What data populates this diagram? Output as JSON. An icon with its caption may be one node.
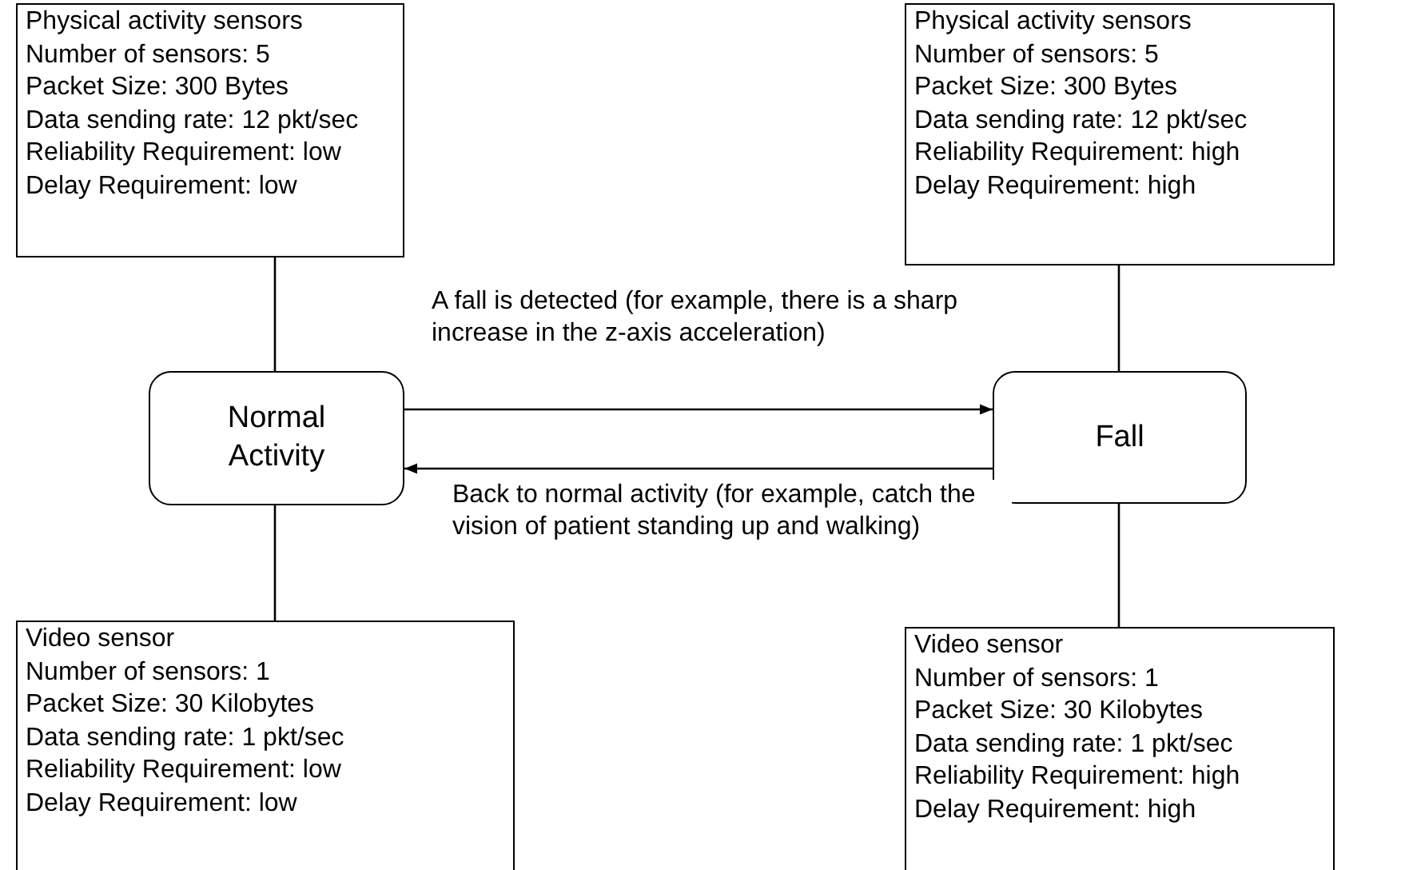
{
  "diagram": {
    "nodes": [
      {
        "text": [
          "Physical activity sensors",
          "Number of sensors: 5",
          "Packet Size: 300 Bytes",
          "Data sending rate: 12 pkt/sec",
          "Reliability Requirement: low",
          "Delay Requirement: low"
        ]
      },
      {
        "text": [
          "Physical activity sensors",
          "Number of sensors: 5",
          "Packet Size: 300 Bytes",
          "Data sending rate: 12 pkt/sec",
          "Reliability Requirement: high",
          "Delay Requirement: high"
        ]
      },
      {
        "text": [
          "Normal Activity"
        ]
      },
      {
        "text": [
          "Fall"
        ]
      },
      {
        "text": [
          "Video sensor",
          "Number of sensors: 1",
          "Packet Size: 30 Kilobytes",
          "Data sending rate: 1 pkt/sec",
          "Reliability Requirement: low",
          "Delay Requirement: low"
        ]
      },
      {
        "text": [
          "Video sensor",
          "Number of sensors: 1",
          "Packet Size: 30 Kilobytes",
          "Data sending rate: 1 pkt/sec",
          "Reliability Requirement: high",
          "Delay Requirement: high"
        ]
      }
    ],
    "edges": [
      {
        "from": 0,
        "to": 2,
        "arrow": "none"
      },
      {
        "from": 1,
        "to": 3,
        "arrow": "none"
      },
      {
        "from": 2,
        "to": 4,
        "arrow": "none"
      },
      {
        "from": 3,
        "to": 5,
        "arrow": "none"
      },
      {
        "from": 2,
        "to": 3,
        "arrow": "to",
        "label": "A fall is detected (for example, there is a sharp increase in the z-axis acceleration)"
      },
      {
        "from": 3,
        "to": 2,
        "arrow": "to",
        "label": "Back to normal activity (for example, catch the vision of patient standing up and walking)"
      }
    ]
  }
}
